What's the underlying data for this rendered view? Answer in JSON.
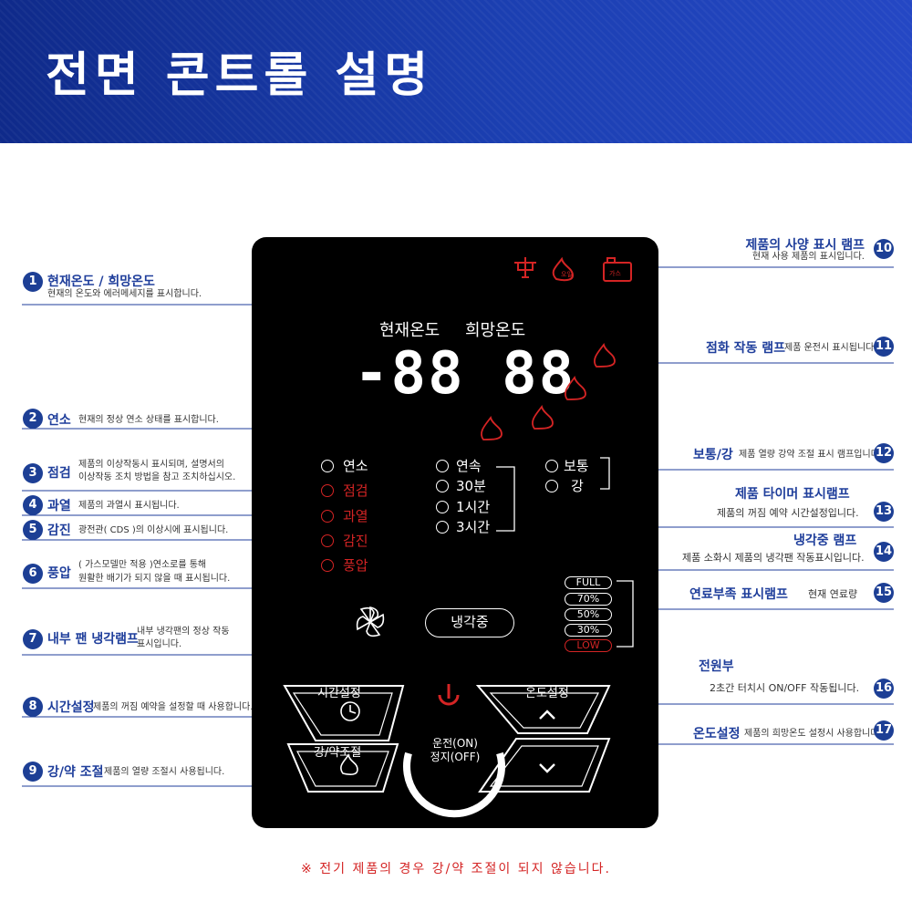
{
  "header": {
    "title": "전면 콘트롤 설명"
  },
  "panel": {
    "temp_labels": {
      "current": "현재온도",
      "target": "희망온도"
    },
    "digits": "-88 88",
    "spec_lamp_texts": [
      "오일",
      "가스"
    ],
    "status": [
      "연소",
      "점검",
      "과열",
      "감진",
      "풍압"
    ],
    "timer": [
      "연속",
      "30분",
      "1시간",
      "3시간"
    ],
    "strength": [
      "보통",
      "강"
    ],
    "cooling_label": "냉각중",
    "fuel_levels": [
      "FULL",
      "70%",
      "50%",
      "30%",
      "LOW"
    ],
    "buttons": {
      "timer_set": "시간설정",
      "strength_set": "강/약조절",
      "power_on": "운전(ON)",
      "power_off": "정지(OFF)",
      "temp_set": "온도설정"
    }
  },
  "annotations": [
    {
      "num": "1",
      "title": "현재온도 / 희망온도",
      "desc": "현재의 온도와 에러메세지를 표시합니다."
    },
    {
      "num": "2",
      "title": "연소",
      "desc": "현재의 정상 연소 상태를 표시합니다."
    },
    {
      "num": "3",
      "title": "점검",
      "desc": "제품의 이상작동시 표시되며, 설명서의",
      "desc2": "이상작동 조치 방법을 참고 조치하십시오."
    },
    {
      "num": "4",
      "title": "과열",
      "desc": "제품의 과열시 표시됩니다."
    },
    {
      "num": "5",
      "title": "감진",
      "desc": "광전관( CDS )의 이상시에 표시됩니다."
    },
    {
      "num": "6",
      "title": "풍압",
      "desc": "( 가스모델만 적용 )연소로를 통해",
      "desc2": "원활한 배기가 되지 않을 때 표시됩니다."
    },
    {
      "num": "7",
      "title": "내부 팬 냉각램프",
      "desc": "내부 냉각팬의 정상 작동",
      "desc2": "표시입니다."
    },
    {
      "num": "8",
      "title": "시간설정",
      "desc": "제품의 꺼짐 예약을 설정할 때 사용합니다."
    },
    {
      "num": "9",
      "title": "강/약 조절",
      "desc": "제품의 열량 조절시 사용됩니다."
    },
    {
      "num": "10",
      "title": "제품의 사양 표시 램프",
      "desc": "현재 사용 제품의 표시입니다."
    },
    {
      "num": "11",
      "title": "점화 작동 램프",
      "desc": "제품 운전시 표시됩니다."
    },
    {
      "num": "12",
      "title": "보통/강",
      "desc": "제품 열량 강약 조절 표시 램프입니다."
    },
    {
      "num": "13",
      "title": "제품 타이머 표시램프",
      "desc": "제품의 꺼짐 예약 시간설정입니다."
    },
    {
      "num": "14",
      "title": "냉각중 램프",
      "desc": "제품 소화시 제품의 냉각팬 작동표시입니다."
    },
    {
      "num": "15",
      "title": "연료부족 표시램프",
      "desc": "현재 연료량"
    },
    {
      "num": "16",
      "title": "전원부",
      "desc": "2초간  터치시 ON/OFF 작동됩니다."
    },
    {
      "num": "17",
      "title": "온도설정",
      "desc": "제품의 희망온도 설정시 사용합니다."
    }
  ],
  "footer_note": "※ 전기 제품의 경우 강/약 조절이 되지 않습니다.",
  "colors": {
    "header_blue": "#1b3fb1",
    "accent_red": "#d42424",
    "annotation_blue": "#1f3e9b"
  }
}
